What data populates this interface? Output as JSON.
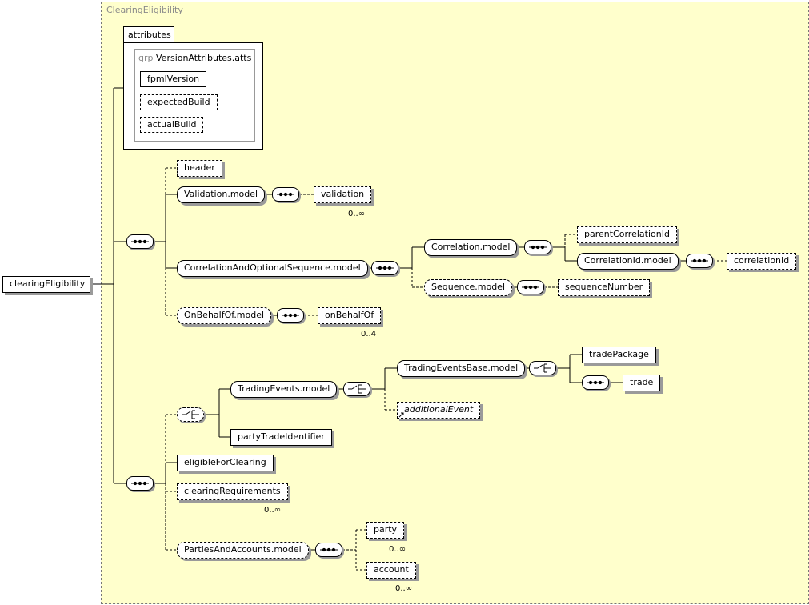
{
  "diagram": {
    "title": "ClearingEligibility",
    "root": "clearingEligibility",
    "attributes": {
      "tab_label": "attributes",
      "group_keyword": "grp",
      "group_name": "VersionAttributes.atts",
      "items": [
        "fpmlVersion",
        "expectedBuild",
        "actualBuild"
      ]
    },
    "sequence1": {
      "header": "header",
      "validation_model": "Validation.model",
      "validation": "validation",
      "validation_occ": "0..∞",
      "correlation_seq_model": "CorrelationAndOptionalSequence.model",
      "correlation_model": "Correlation.model",
      "parent_correlation_id": "parentCorrelationId",
      "correlation_id_model": "CorrelationId.model",
      "correlation_id": "correlationId",
      "sequence_model": "Sequence.model",
      "sequence_number": "sequenceNumber",
      "on_behalf_of_model": "OnBehalfOf.model",
      "on_behalf_of": "onBehalfOf",
      "on_behalf_of_occ": "0..4"
    },
    "sequence2": {
      "trading_events_model": "TradingEvents.model",
      "trading_events_base_model": "TradingEventsBase.model",
      "trade_package": "tradePackage",
      "trade": "trade",
      "additional_event": "additionalEvent",
      "party_trade_identifier": "partyTradeIdentifier",
      "eligible_for_clearing": "eligibleForClearing",
      "clearing_requirements": "clearingRequirements",
      "clearing_requirements_occ": "0..∞",
      "parties_and_accounts_model": "PartiesAndAccounts.model",
      "party": "party",
      "party_occ": "0..∞",
      "account": "account",
      "account_occ": "0..∞"
    },
    "colors": {
      "background": "#ffffcc",
      "border": "#000000",
      "shadow": "#9a9a9a",
      "muted": "#8a8a8a"
    }
  }
}
